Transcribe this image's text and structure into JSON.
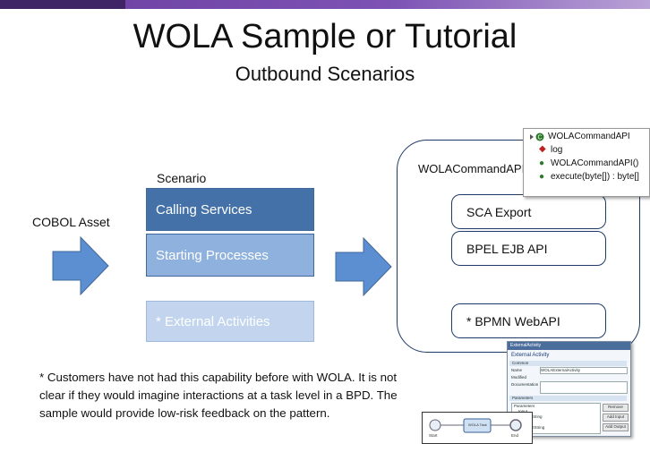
{
  "header": {
    "title": "WOLA Sample or Tutorial",
    "subtitle": "Outbound Scenarios"
  },
  "left": {
    "cobol_label": "COBOL Asset"
  },
  "scenario": {
    "heading": "Scenario",
    "items": [
      {
        "label": "Calling Services",
        "color": "#4472a8"
      },
      {
        "label": "Starting Processes",
        "color": "#8eb1dd"
      },
      {
        "label": "* External Activities",
        "color": "#c3d5ee"
      }
    ]
  },
  "target": {
    "container_label": "WOLACommandAPI",
    "boxes": [
      "SCA Export",
      "BPEL EJB API",
      "* BPMN WebAPI"
    ]
  },
  "api_popup": {
    "class_name": "WOLACommandAPI",
    "members": [
      {
        "name": "log",
        "color": "#c02020"
      },
      {
        "name": "WOLACommandAPI()",
        "color": "#2a7a2a"
      },
      {
        "name": "execute(byte[]) : byte[]",
        "color": "#2a7a2a"
      }
    ]
  },
  "note": {
    "text": "* Customers have not had this capability before with WOLA.  It is not clear if they would imagine interactions at a task level in a BPD. The sample would provide low-risk feedback on the pattern."
  },
  "screenshot_thumb": {
    "tab": "ExternalActivity",
    "title": "External Activity",
    "section_common": "Common",
    "field_name": "Name",
    "field_name_value": "WOLAExternalActivity",
    "field_modified": "Modified",
    "field_doc": "Documentation",
    "section_params": "Parameters",
    "param_root": "Parameters",
    "param_input": "Input",
    "param_input_child": "inputString",
    "param_output": "Output",
    "param_output_child": "outputString",
    "btn_remove": "Remove",
    "btn_add_input": "Add Input",
    "btn_add_output": "Add Output"
  },
  "flow_thumb": {
    "start": "Start",
    "task": "WOLA Task",
    "end": "End"
  },
  "colors": {
    "arrow": "#5b8fd1",
    "frame": "#1e3a66",
    "band": "#7c52b4"
  }
}
